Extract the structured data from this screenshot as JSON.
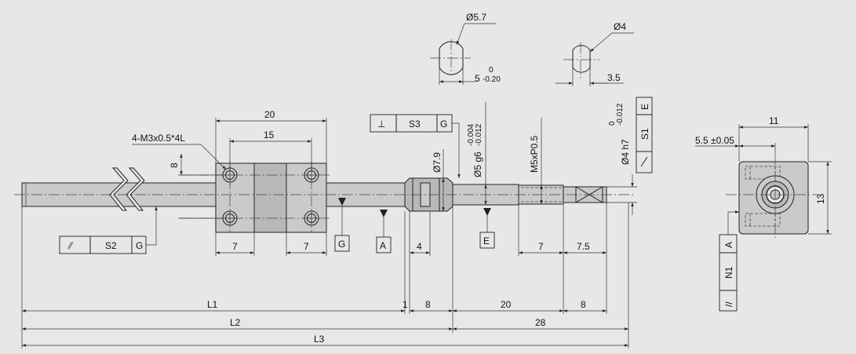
{
  "drawing": {
    "dims": {
      "d57": "Ø5.7",
      "d4": "Ø4",
      "tol_upper_zero": "0",
      "five": "5",
      "tol_minus020": "-0.20",
      "three_five": "3.5",
      "twenty": "20",
      "fifteen": "15",
      "thread_holes": "4-M3x0.5*4L",
      "eight": "8",
      "seven": "7",
      "four": "4",
      "seven_five": "7.5",
      "one": "1",
      "twenty_eight": "28",
      "eleven": "11",
      "thirteen": "13",
      "five_five": "5.5 ±0.05",
      "d79": "Ø7.9",
      "d5g6": "Ø5 g6",
      "tol_m0004": "-0.004",
      "tol_m0012": "-0.012",
      "m5": "M5xP0.5",
      "d4h7": "Ø4 h7",
      "tol_m0012b": "-0.012",
      "L1": "L1",
      "L2": "L2",
      "L3": "L3"
    },
    "frames": {
      "s3_symbol": "⊥",
      "s3_label": "S3",
      "s3_datum": "G",
      "s2_label": "S2",
      "s2_datum": "G",
      "s1_label": "S1",
      "s1_datum": "E",
      "n1_label": "N1",
      "n1_datum": "A",
      "n1_symbol": "//"
    },
    "datums": {
      "g": "G",
      "a": "A",
      "e": "E"
    }
  }
}
